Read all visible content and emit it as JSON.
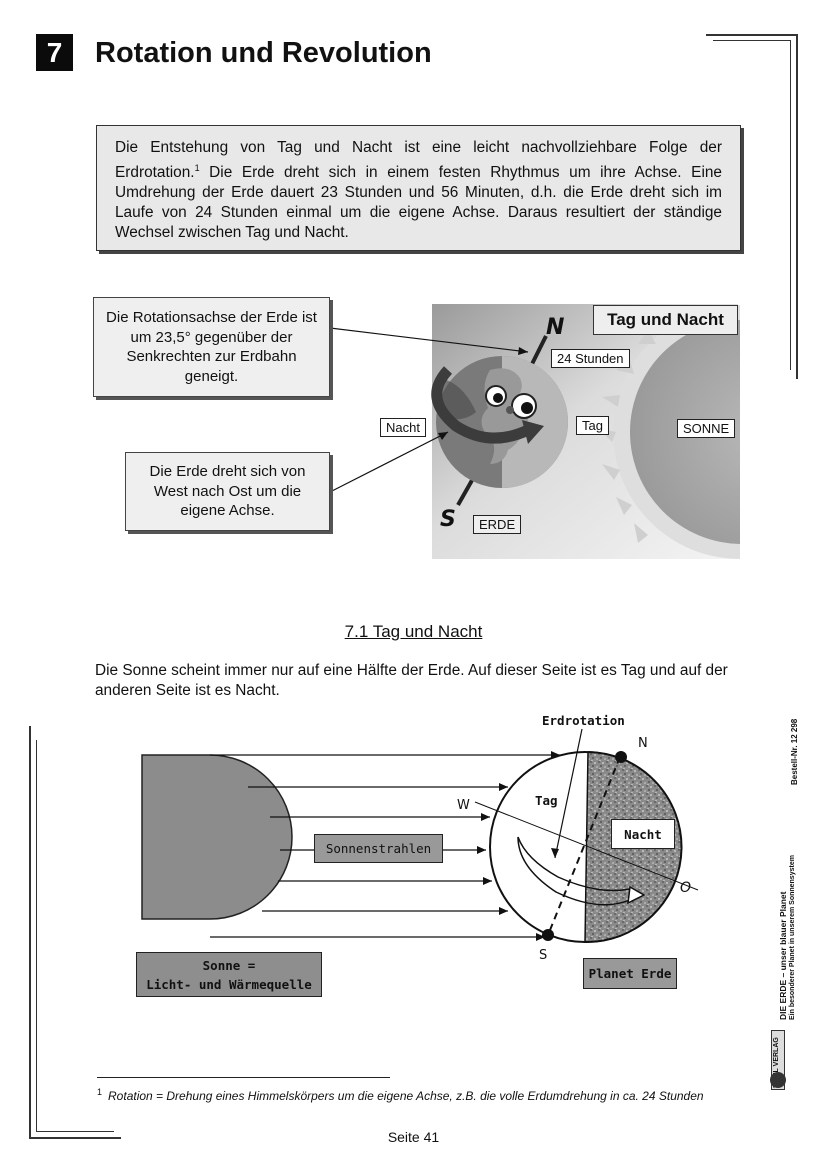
{
  "header": {
    "chapter_number": "7",
    "chapter_title": "Rotation und Revolution"
  },
  "intro": {
    "text_part1": "Die Entstehung von Tag und Nacht ist eine leicht nachvollziehbare Folge der Erdrotation.",
    "footnote_mark": "1",
    "text_part2": " Die Erde dreht sich in einem festen Rhythmus um ihre Achse. Eine Umdrehung der Erde dauert 23 Stunden und 56 Minuten, d.h. die Erde dreht sich im Laufe von 24 Stunden einmal um die eigene Achse. Daraus resultiert der ständige Wechsel zwischen Tag und Nacht."
  },
  "figure1": {
    "callout_axis": "Die Rotationsachse der Erde ist um 23,5° gegenüber der Senkrechten zur Erdbahn geneigt.",
    "callout_rotation": "Die Erde dreht sich von West nach Ost um die eigene Achse.",
    "title": "Tag und Nacht",
    "label_north": "N",
    "label_south": "S",
    "label_24h": "24 Stunden",
    "label_night": "Nacht",
    "label_day": "Tag",
    "label_sun": "SONNE",
    "label_earth": "ERDE"
  },
  "section": {
    "title": "7.1  Tag und Nacht",
    "paragraph": "Die Sonne scheint immer nur auf eine Hälfte der Erde. Auf dieser Seite ist es Tag und auf der anderen Seite ist es Nacht."
  },
  "figure2": {
    "label_rotation": "Erdrotation",
    "label_north": "N",
    "label_south": "S",
    "label_west": "W",
    "label_east": "O",
    "label_day": "Tag",
    "label_night": "Nacht",
    "label_rays": "Sonnenstrahlen",
    "label_sun_line1": "Sonne =",
    "label_sun_line2": "Licht- und Wärmequelle",
    "label_planet": "Planet Erde"
  },
  "footnote": {
    "mark": "1",
    "text": "Rotation = Drehung eines Himmelskörpers um die eigene Achse, z.B. die volle Erdumdrehung in ca. 24 Stunden"
  },
  "sidebar": {
    "line1": "DIE ERDE – unser blauer Planet",
    "line2": "Ein besonderer Planet in unserem Sonnensystem",
    "order_number": "Bestell-Nr. 12 298",
    "publisher": "KOHL VERLAG"
  },
  "page": {
    "number_label": "Seite 41"
  }
}
